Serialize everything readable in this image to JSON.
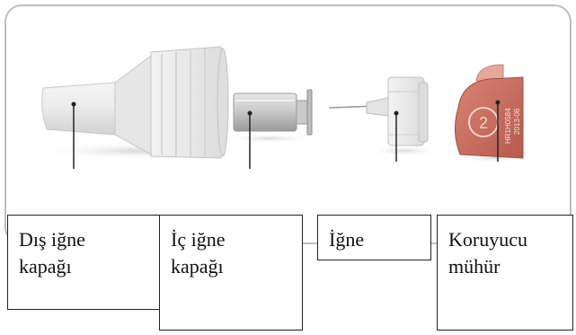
{
  "labels": {
    "outer_cap": [
      "Dış iğne",
      "kapağı"
    ],
    "inner_cap": [
      "İç iğne",
      "kapağı"
    ],
    "needle": [
      "İğne"
    ],
    "seal": [
      "Koruyucu",
      "mühür"
    ]
  },
  "seal_print": {
    "brand_code": "HR1H0584",
    "date": "2013-06"
  },
  "colors": {
    "frame": "#bdbdbd",
    "leader": "#222222",
    "seal_body": "#c96a5c",
    "seal_tab": "#e7a89c",
    "plastic": "#e9e9e9"
  }
}
